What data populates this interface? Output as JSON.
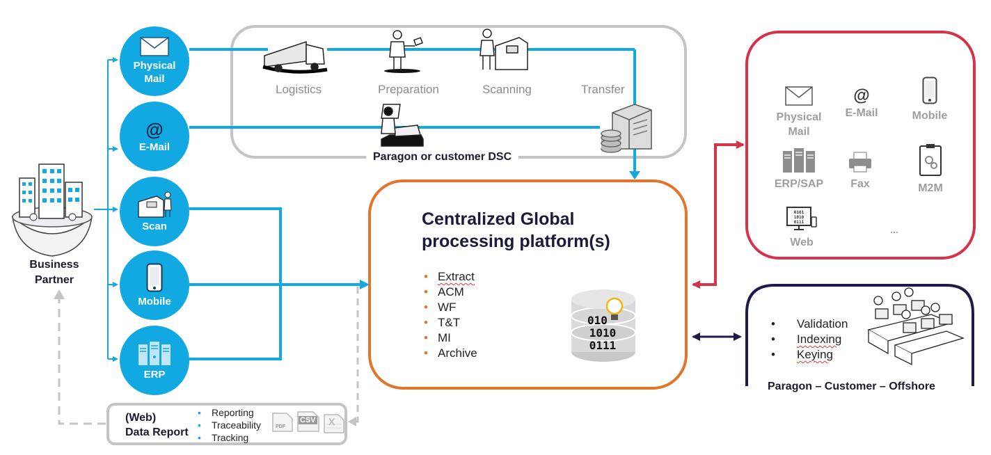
{
  "business_partner": {
    "label_line1": "Business",
    "label_line2": "Partner"
  },
  "channels": [
    {
      "line1": "Physical",
      "line2": "Mail",
      "icon": "envelope-icon"
    },
    {
      "line1": "E-Mail",
      "line2": "",
      "icon": "at-icon"
    },
    {
      "line1": "Scan",
      "line2": "",
      "icon": "scanner-icon"
    },
    {
      "line1": "Mobile",
      "line2": "",
      "icon": "mobile-icon"
    },
    {
      "line1": "ERP",
      "line2": "",
      "icon": "server-icon"
    }
  ],
  "dsc": {
    "steps": [
      "Logistics",
      "Preparation",
      "Scanning",
      "Transfer"
    ],
    "caption": "Paragon or customer DSC"
  },
  "platform": {
    "title_line1": "Centralized Global",
    "title_line2": "processing platform(s)",
    "items": [
      "Extract",
      "ACM",
      "WF",
      "T&T",
      "MI",
      "Archive"
    ],
    "db_digits": [
      "010",
      "1010",
      "0111"
    ]
  },
  "outputs": {
    "items": [
      {
        "line1": "Physical",
        "line2": "Mail",
        "icon": "envelope-icon"
      },
      {
        "line1": "E-Mail",
        "line2": "",
        "icon": "at-icon"
      },
      {
        "line1": "Mobile",
        "line2": "",
        "icon": "mobile-icon"
      },
      {
        "line1": "ERP/SAP",
        "line2": "",
        "icon": "server-icon"
      },
      {
        "line1": "Fax",
        "line2": "",
        "icon": "fax-icon"
      },
      {
        "line1": "M2M",
        "line2": "",
        "icon": "clipboard-gear-icon"
      },
      {
        "line1": "Web",
        "line2": "",
        "icon": "monitor-icon"
      }
    ],
    "more": "..."
  },
  "offshore": {
    "items": [
      "Validation",
      "Indexing",
      "Keying"
    ],
    "caption": "Paragon – Customer – Offshore"
  },
  "report": {
    "title_line1": "(Web)",
    "title_line2": "Data Report",
    "items": [
      "Reporting",
      "Traceability",
      "Tracking"
    ],
    "formats": [
      "PDF",
      "CSV",
      "X"
    ]
  },
  "colors": {
    "blue": "#12a9e3",
    "orange": "#e2752b",
    "red": "#d4334a",
    "navy": "#1e1b4b",
    "grey": "#c4c4c4"
  }
}
